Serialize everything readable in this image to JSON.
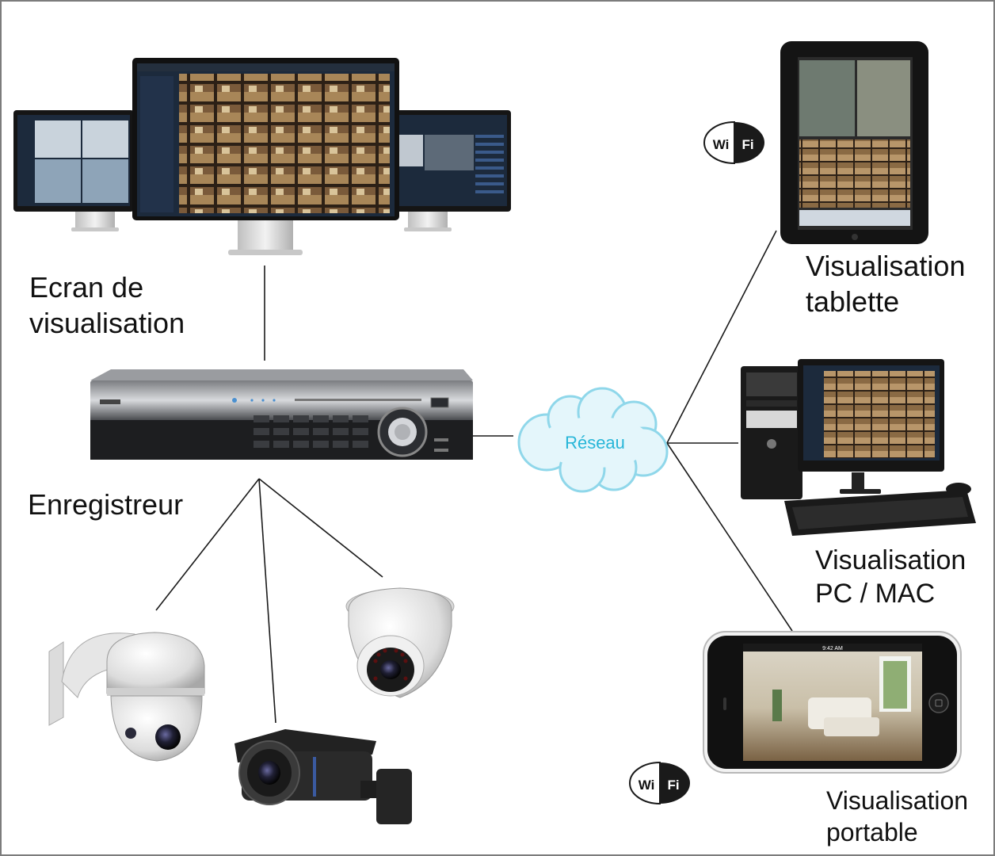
{
  "labels": {
    "screen": [
      "Ecran de",
      "visualisation"
    ],
    "recorder": "Enregistreur",
    "network": "Réseau",
    "tablet": [
      "Visualisation",
      "tablette"
    ],
    "pc": [
      "Visualisation",
      "PC / MAC"
    ],
    "phone": [
      "Visualisation",
      "portable"
    ]
  },
  "wifi_badge": {
    "left": "Wi",
    "right": "Fi"
  },
  "phone_status_time": "9:42 AM",
  "colors": {
    "line": "#1a1a1a",
    "cloud_text": "#27b6d8",
    "cloud_fill": "#e4f6fb",
    "cloud_stroke": "#8fd7ea",
    "device_dark": "#151515",
    "screen_blue": "#1c2a3c",
    "camera_white": "#e8e8e8"
  },
  "icons": [
    "monitor-icon",
    "recorder-icon",
    "cloud-icon",
    "tablet-icon",
    "desktop-pc-icon",
    "smartphone-icon",
    "dome-camera-icon",
    "bullet-camera-icon",
    "ptz-camera-icon",
    "wifi-icon"
  ]
}
